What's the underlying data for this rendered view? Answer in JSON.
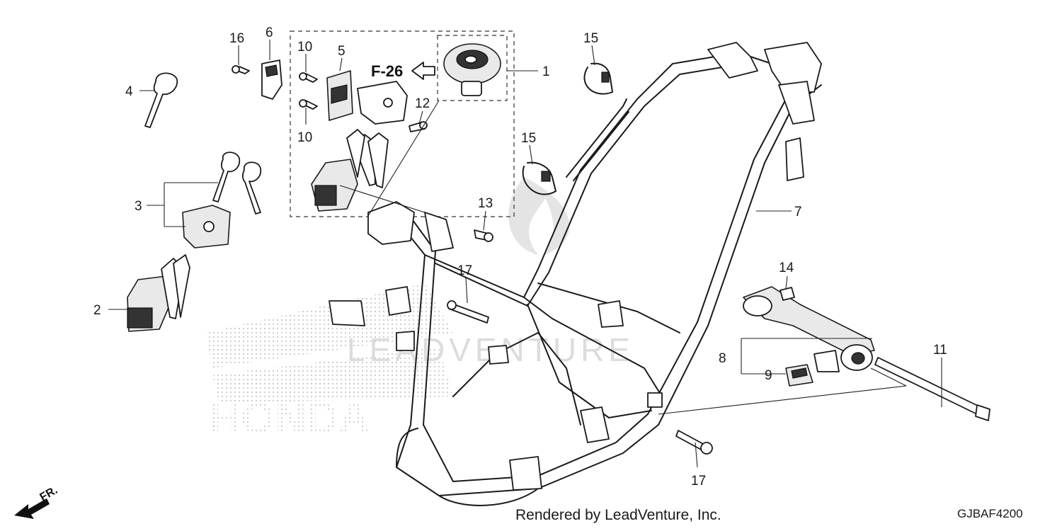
{
  "diagram": {
    "callouts": {
      "c1": "1",
      "c2": "2",
      "c3": "3",
      "c4": "4",
      "c5": "5",
      "c6": "6",
      "c7": "7",
      "c8": "8",
      "c9": "9",
      "c10a": "10",
      "c10b": "10",
      "c11": "11",
      "c12": "12",
      "c13": "13",
      "c14": "14",
      "c15a": "15",
      "c15b": "15",
      "c16": "16",
      "c17a": "17",
      "c17b": "17"
    },
    "reference": "F-26",
    "direction": "FR.",
    "watermark": "LEADVENTURE",
    "brand_watermark": "HONDA"
  },
  "footer": {
    "credit": "Rendered by LeadVenture, Inc.",
    "diagram_code": "GJBAF4200"
  },
  "colors": {
    "line": "#1a1a1a",
    "watermark": "#d9d9d9",
    "background": "#ffffff"
  }
}
